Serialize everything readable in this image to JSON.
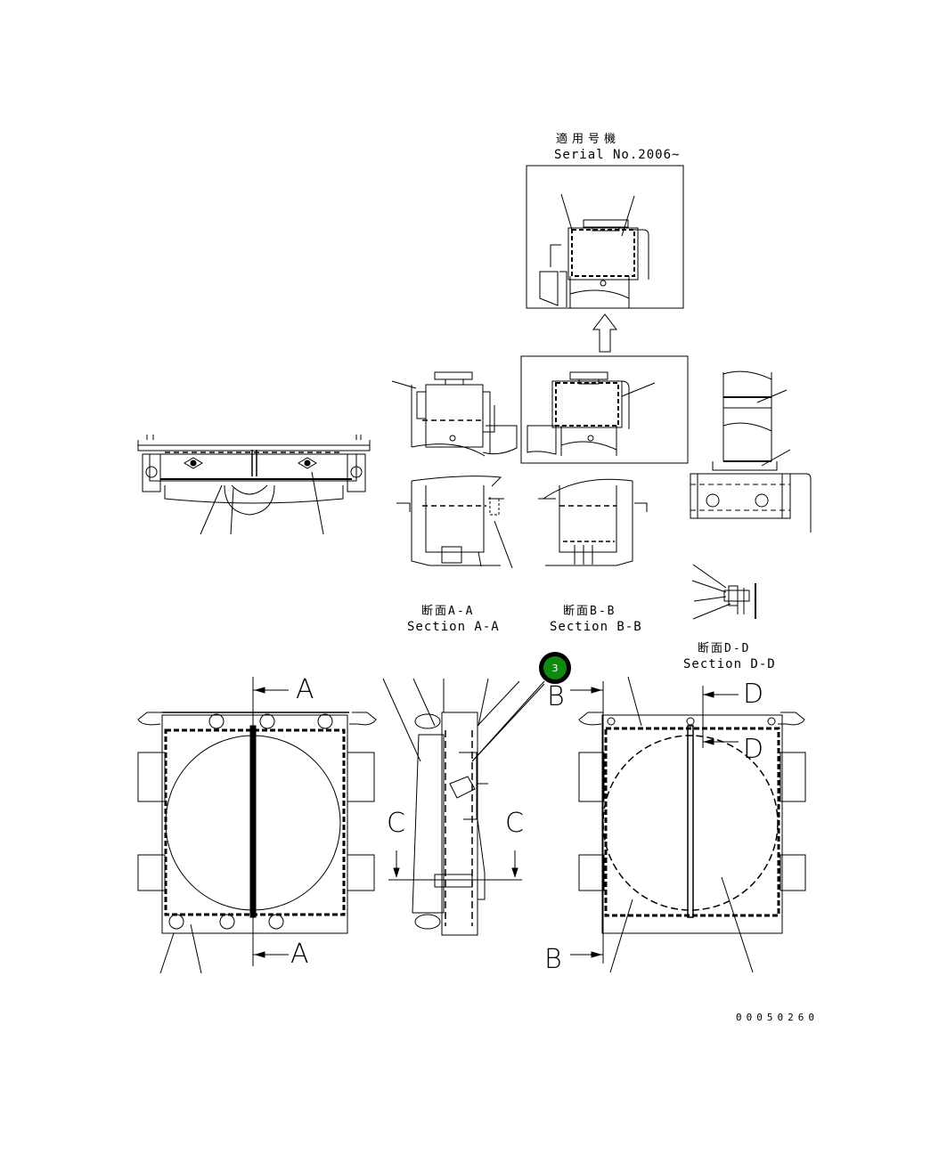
{
  "header": {
    "applicable_serial_jp": "適用号機",
    "applicable_serial_en": "Serial No.2006~"
  },
  "sections": {
    "a_a": {
      "jp": "断面A-A",
      "en": "Section A-A"
    },
    "b_b": {
      "jp": "断面B-B",
      "en": "Section B-B"
    },
    "d_d": {
      "jp": "断面D-D",
      "en": "Section D-D"
    }
  },
  "cut_markers": {
    "a_top": "A",
    "a_bottom": "A",
    "b_top": "B",
    "b_bottom": "B",
    "c_left": "C",
    "c_right": "C",
    "d_top": "D",
    "d_mid": "D"
  },
  "callout": {
    "number": "3",
    "color": "#0f8a0f"
  },
  "footer": {
    "drawing_number": "00050260"
  },
  "views": [
    "top-view",
    "detail-serial-2006",
    "section-a-a-upper",
    "section-b-b-upper",
    "section-a-a-lower",
    "section-b-b-lower",
    "detail-bracket",
    "section-d-d",
    "front-view",
    "side-view",
    "rear-view"
  ]
}
